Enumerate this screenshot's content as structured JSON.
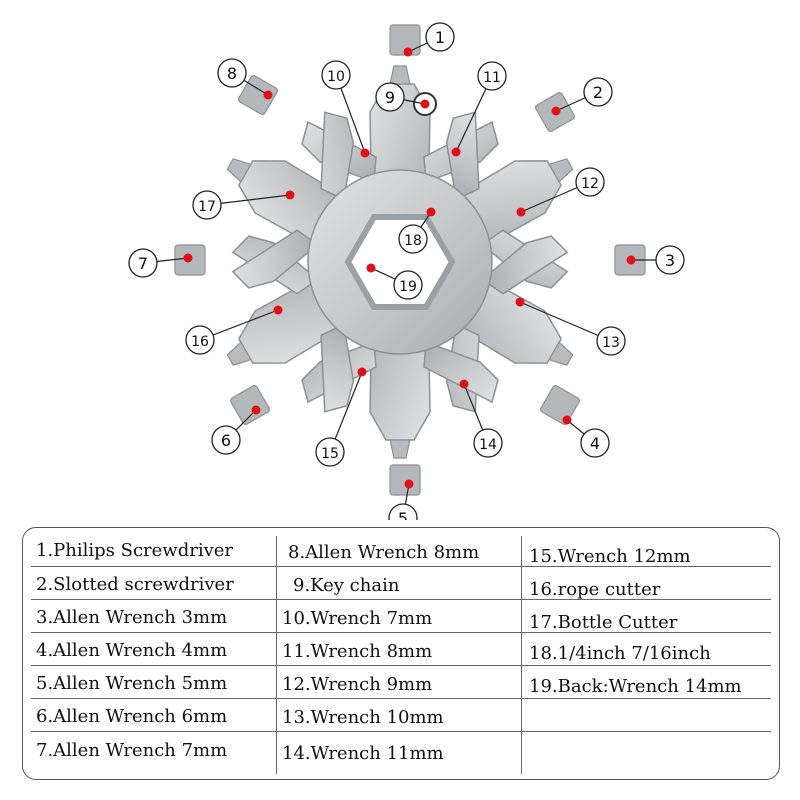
{
  "callouts": [
    {
      "num": "1",
      "text": "1.Philips Screwdriver"
    },
    {
      "num": "2",
      "text": "2.Slotted screwdriver"
    },
    {
      "num": "3",
      "text": "3.Allen Wrench 3mm"
    },
    {
      "num": "4",
      "text": "4.Allen Wrench 4mm"
    },
    {
      "num": "5",
      "text": "5.Allen Wrench 5mm"
    },
    {
      "num": "6",
      "text": "6.Allen Wrench 6mm"
    },
    {
      "num": "7",
      "text": "7.Allen Wrench 7mm"
    },
    {
      "num": "8",
      "text": "8.Allen Wrench 8mm"
    },
    {
      "num": "9",
      "text": "9.Key chain"
    },
    {
      "num": "10",
      "text": "10.Wrench 7mm"
    },
    {
      "num": "11",
      "text": "11.Wrench 8mm"
    },
    {
      "num": "12",
      "text": "12.Wrench 9mm"
    },
    {
      "num": "13",
      "text": "13.Wrench 10mm"
    },
    {
      "num": "14",
      "text": "14.Wrench 11mm"
    },
    {
      "num": "15",
      "text": "15.Wrench 12mm"
    },
    {
      "num": "16",
      "text": "16.rope cutter"
    },
    {
      "num": "17",
      "text": "17.Bottle Cutter"
    },
    {
      "num": "18",
      "text": "18.1/4inch  7/16inch"
    },
    {
      "num": "19",
      "text": "19.Back:Wrench 14mm"
    }
  ],
  "colors": {
    "tool_fill": "#c9cbcd",
    "tool_edge": "#8e9194",
    "marker": "#e0101a",
    "line": "#222222"
  }
}
